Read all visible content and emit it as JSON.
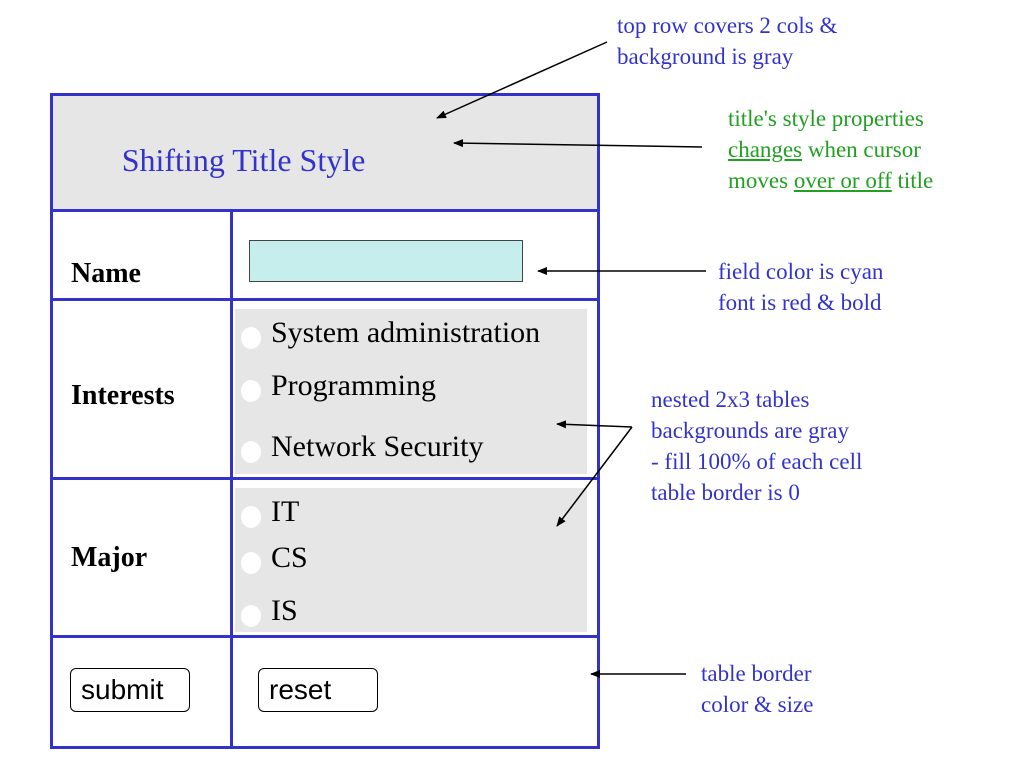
{
  "form": {
    "title": "Shifting Title Style",
    "name_label": "Name",
    "interests_label": "Interests",
    "major_label": "Major",
    "interests": [
      "System administration",
      "Programming",
      "Network Security"
    ],
    "majors": [
      "IT",
      "CS",
      "IS"
    ],
    "submit_label": "submit",
    "reset_label": "reset",
    "name_value": ""
  },
  "annotations": {
    "top_row": {
      "line1": "top row covers 2 cols &",
      "line2": "background is gray"
    },
    "title_style": {
      "line1": "title's style properties",
      "line2_u": "changes",
      "line2_rest": " when cursor",
      "line3_pre": "moves ",
      "line3_u": "over or off",
      "line3_rest": " title"
    },
    "field": {
      "line1": "field color is cyan",
      "line2": "font is red & bold"
    },
    "nested": {
      "line1": "nested 2x3  tables",
      "line2": "backgrounds are gray",
      "line3": "- fill 100% of each cell",
      "line4": "table border is 0"
    },
    "border": {
      "line1": "table border",
      "line2": "color & size"
    }
  },
  "colors": {
    "table_border": "#3333cc",
    "title_text": "#3333cc",
    "gray_background": "#e6e6e6",
    "field_cyan": "#c6eeec",
    "annotation_blue": "#3333cc",
    "annotation_green": "#22a022"
  }
}
